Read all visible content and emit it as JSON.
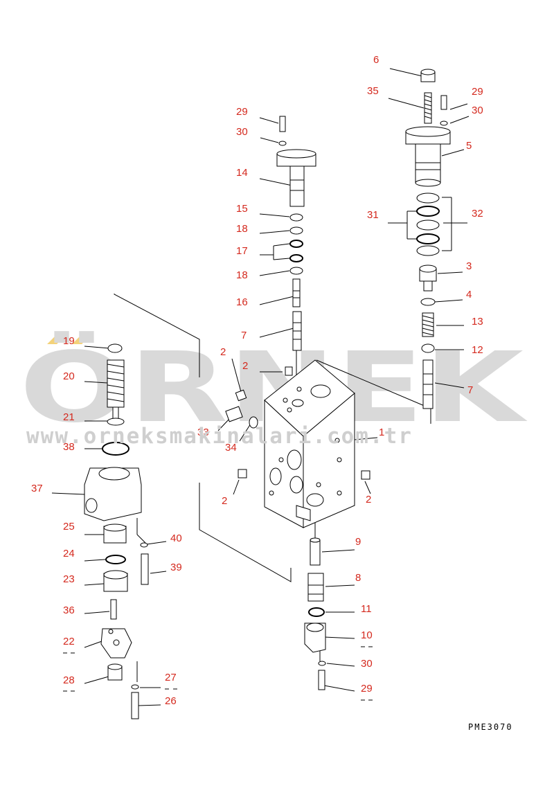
{
  "watermark": {
    "brand": "ÖRNEK",
    "site": "www.orneksmakinalari.com.tr",
    "colors": {
      "text": "#d9d9d9",
      "accent": "#f3d27a"
    }
  },
  "drawing_code": "PME3070",
  "colors": {
    "label": "#d4281d",
    "line": "#000000",
    "background": "#ffffff"
  },
  "callouts": [
    {
      "id": "c-6",
      "text": "6"
    },
    {
      "id": "c-35",
      "text": "35"
    },
    {
      "id": "c-29a",
      "text": "29"
    },
    {
      "id": "c-30a",
      "text": "30"
    },
    {
      "id": "c-5",
      "text": "5"
    },
    {
      "id": "c-31",
      "text": "31"
    },
    {
      "id": "c-32",
      "text": "32"
    },
    {
      "id": "c-3",
      "text": "3"
    },
    {
      "id": "c-4",
      "text": "4"
    },
    {
      "id": "c-13",
      "text": "13"
    },
    {
      "id": "c-12",
      "text": "12"
    },
    {
      "id": "c-7a",
      "text": "7"
    },
    {
      "id": "c-29b",
      "text": "29"
    },
    {
      "id": "c-30b",
      "text": "30"
    },
    {
      "id": "c-14",
      "text": "14"
    },
    {
      "id": "c-15",
      "text": "15"
    },
    {
      "id": "c-18a",
      "text": "18"
    },
    {
      "id": "c-17",
      "text": "17"
    },
    {
      "id": "c-18b",
      "text": "18"
    },
    {
      "id": "c-16",
      "text": "16"
    },
    {
      "id": "c-7b",
      "text": "7"
    },
    {
      "id": "c-2a",
      "text": "2"
    },
    {
      "id": "c-2b",
      "text": "2"
    },
    {
      "id": "c-1",
      "text": "1"
    },
    {
      "id": "c-33",
      "text": "33"
    },
    {
      "id": "c-34",
      "text": "34"
    },
    {
      "id": "c-2c",
      "text": "2"
    },
    {
      "id": "c-2d",
      "text": "2"
    },
    {
      "id": "c-9",
      "text": "9"
    },
    {
      "id": "c-8",
      "text": "8"
    },
    {
      "id": "c-11",
      "text": "11"
    },
    {
      "id": "c-10",
      "text": "10"
    },
    {
      "id": "c-30c",
      "text": "30"
    },
    {
      "id": "c-29c",
      "text": "29"
    },
    {
      "id": "c-19",
      "text": "19"
    },
    {
      "id": "c-20",
      "text": "20"
    },
    {
      "id": "c-21",
      "text": "21"
    },
    {
      "id": "c-38",
      "text": "38"
    },
    {
      "id": "c-37",
      "text": "37"
    },
    {
      "id": "c-25",
      "text": "25"
    },
    {
      "id": "c-40",
      "text": "40"
    },
    {
      "id": "c-24",
      "text": "24"
    },
    {
      "id": "c-39",
      "text": "39"
    },
    {
      "id": "c-23",
      "text": "23"
    },
    {
      "id": "c-36",
      "text": "36"
    },
    {
      "id": "c-22",
      "text": "22"
    },
    {
      "id": "c-28",
      "text": "28"
    },
    {
      "id": "c-27",
      "text": "27"
    },
    {
      "id": "c-26",
      "text": "26"
    }
  ]
}
